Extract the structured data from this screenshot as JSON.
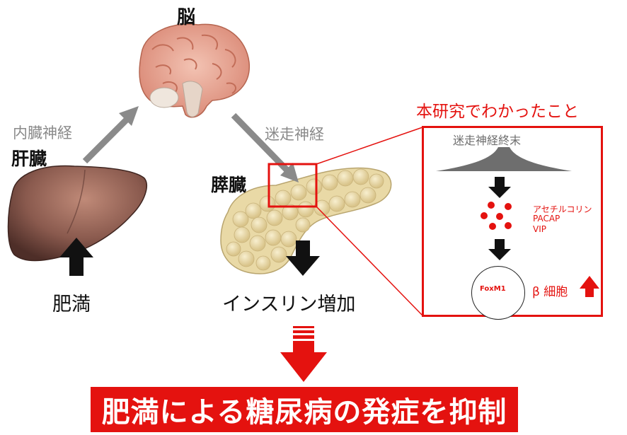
{
  "labels": {
    "brain": "脳",
    "liver": "肝臓",
    "pancreas": "膵臓",
    "visceral_nerve": "内臓神経",
    "vagus_nerve": "迷走神経",
    "obesity": "肥満",
    "insulin_increase": "インスリン増加"
  },
  "finding": {
    "title": "本研究でわかったこと",
    "nerve_terminal": "迷走神経終末",
    "transmitters": [
      "アセチルコリン",
      "PACAP",
      "VIP"
    ],
    "foxm1": "FoxM1",
    "beta_cell": "β 細胞"
  },
  "conclusion": "肥満による糖尿病の発症を抑制",
  "colors": {
    "accent_red": "#e4120f",
    "arrow_gray": "#8a8a8a",
    "liver": "#8a5a4e",
    "pancreas": "#e9d9a6",
    "brain": "#e8a58f"
  }
}
